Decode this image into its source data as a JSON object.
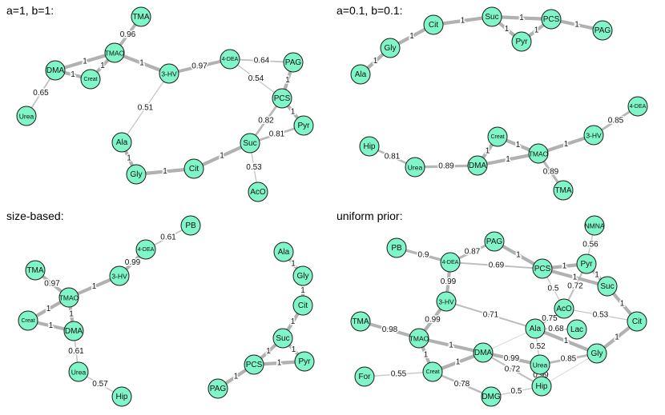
{
  "style": {
    "node_fill": "#7ff5c8",
    "node_stroke": "#1a1a1a",
    "edge_color": "#a8a8a8"
  },
  "panels": [
    {
      "title": "a=1, b=1:",
      "nodes": [
        "TMA",
        "TMAO",
        "DMA",
        "Creat",
        "Urea",
        "3-HV",
        "4-DEA",
        "PAG",
        "PCS",
        "Pyr",
        "Suc",
        "Ala",
        "Gly",
        "Cit",
        "AcO"
      ],
      "edges": [
        {
          "a": "TMA",
          "b": "TMAO",
          "label": "0.96"
        },
        {
          "a": "TMAO",
          "b": "DMA",
          "label": "1"
        },
        {
          "a": "TMAO",
          "b": "Creat",
          "label": "1"
        },
        {
          "a": "DMA",
          "b": "Creat",
          "label": "1"
        },
        {
          "a": "DMA",
          "b": "Urea",
          "label": "0.65"
        },
        {
          "a": "TMAO",
          "b": "3-HV",
          "label": "1"
        },
        {
          "a": "3-HV",
          "b": "4-DEA",
          "label": "0.97"
        },
        {
          "a": "4-DEA",
          "b": "PAG",
          "label": "0.64"
        },
        {
          "a": "4-DEA",
          "b": "PCS",
          "label": "0.54"
        },
        {
          "a": "PAG",
          "b": "PCS",
          "label": "1"
        },
        {
          "a": "PCS",
          "b": "Pyr",
          "label": "1"
        },
        {
          "a": "PCS",
          "b": "Suc",
          "label": "0.82"
        },
        {
          "a": "Suc",
          "b": "Pyr",
          "label": "0.81"
        },
        {
          "a": "3-HV",
          "b": "Ala",
          "label": "0.51"
        },
        {
          "a": "Ala",
          "b": "Gly",
          "label": "1"
        },
        {
          "a": "Gly",
          "b": "Cit",
          "label": "1"
        },
        {
          "a": "Cit",
          "b": "Suc",
          "label": "1"
        },
        {
          "a": "Suc",
          "b": "AcO",
          "label": "0.53"
        }
      ]
    },
    {
      "title": "a=0.1, b=0.1:",
      "nodes": [
        "Ala",
        "Gly",
        "Cit",
        "Suc",
        "Pyr",
        "PCS",
        "PAG",
        "4-DEA",
        "3-HV",
        "Creat",
        "TMAO",
        "DMA",
        "Urea",
        "Hip",
        "TMA"
      ],
      "edges": [
        {
          "a": "Ala",
          "b": "Gly",
          "label": "1"
        },
        {
          "a": "Gly",
          "b": "Cit",
          "label": "1"
        },
        {
          "a": "Cit",
          "b": "Suc",
          "label": "1"
        },
        {
          "a": "Suc",
          "b": "PCS",
          "label": "1"
        },
        {
          "a": "Suc",
          "b": "Pyr",
          "label": "1"
        },
        {
          "a": "Pyr",
          "b": "PCS",
          "label": "1"
        },
        {
          "a": "PCS",
          "b": "PAG",
          "label": "1"
        },
        {
          "a": "4-DEA",
          "b": "3-HV",
          "label": "0.85"
        },
        {
          "a": "3-HV",
          "b": "TMAO",
          "label": "1"
        },
        {
          "a": "Creat",
          "b": "TMAO",
          "label": "1"
        },
        {
          "a": "Creat",
          "b": "DMA",
          "label": "1"
        },
        {
          "a": "DMA",
          "b": "TMAO",
          "label": "1"
        },
        {
          "a": "Urea",
          "b": "DMA",
          "label": "0.89"
        },
        {
          "a": "Hip",
          "b": "Urea",
          "label": "0.81"
        },
        {
          "a": "TMAO",
          "b": "TMA",
          "label": "0.89"
        }
      ]
    },
    {
      "title": "size-based:",
      "nodes": [
        "PB",
        "4-DEA",
        "3-HV",
        "TMA",
        "TMAO",
        "Creat",
        "DMA",
        "Urea",
        "Hip",
        "Ala",
        "Gly",
        "Cit",
        "Suc",
        "PCS",
        "Pyr",
        "PAG"
      ],
      "edges": [
        {
          "a": "PB",
          "b": "4-DEA",
          "label": "0.61"
        },
        {
          "a": "4-DEA",
          "b": "3-HV",
          "label": "0.99"
        },
        {
          "a": "3-HV",
          "b": "TMAO",
          "label": "1"
        },
        {
          "a": "TMA",
          "b": "TMAO",
          "label": "0.97"
        },
        {
          "a": "TMAO",
          "b": "Creat",
          "label": "1"
        },
        {
          "a": "TMAO",
          "b": "DMA",
          "label": "1"
        },
        {
          "a": "Creat",
          "b": "DMA",
          "label": "1"
        },
        {
          "a": "DMA",
          "b": "Urea",
          "label": "0.61"
        },
        {
          "a": "Urea",
          "b": "Hip",
          "label": "0.57"
        },
        {
          "a": "Ala",
          "b": "Gly",
          "label": "1"
        },
        {
          "a": "Gly",
          "b": "Cit",
          "label": "1"
        },
        {
          "a": "Cit",
          "b": "Suc",
          "label": "1"
        },
        {
          "a": "Suc",
          "b": "PCS",
          "label": "1"
        },
        {
          "a": "Suc",
          "b": "Pyr",
          "label": "1"
        },
        {
          "a": "PCS",
          "b": "Pyr",
          "label": "1"
        },
        {
          "a": "PCS",
          "b": "PAG",
          "label": "1"
        }
      ]
    },
    {
      "title": "uniform prior:",
      "nodes": [
        "NMNA",
        "PB",
        "4-DEA",
        "PAG",
        "PCS",
        "Pyr",
        "Suc",
        "3-HV",
        "AcO",
        "Lac",
        "Ala",
        "Cit",
        "TMA",
        "TMAO",
        "DMA",
        "Gly",
        "Urea",
        "Creat",
        "Hip",
        "For",
        "DMG"
      ],
      "edges": [
        {
          "a": "PB",
          "b": "4-DEA",
          "label": "0.9"
        },
        {
          "a": "4-DEA",
          "b": "PAG",
          "label": "0.87"
        },
        {
          "a": "4-DEA",
          "b": "PCS",
          "label": "0.69"
        },
        {
          "a": "4-DEA",
          "b": "3-HV",
          "label": "0.99"
        },
        {
          "a": "PAG",
          "b": "PCS",
          "label": "1"
        },
        {
          "a": "PCS",
          "b": "Pyr",
          "label": "1"
        },
        {
          "a": "PCS",
          "b": "Suc",
          "label": "1"
        },
        {
          "a": "NMNA",
          "b": "Pyr",
          "label": "0.56"
        },
        {
          "a": "Pyr",
          "b": "Suc",
          "label": "1"
        },
        {
          "a": "Suc",
          "b": "Cit",
          "label": "1"
        },
        {
          "a": "Cit",
          "b": "Gly",
          "label": "1"
        },
        {
          "a": "Cit",
          "b": "AcO",
          "label": "0.53"
        },
        {
          "a": "3-HV",
          "b": "TMAO",
          "label": "0.99"
        },
        {
          "a": "3-HV",
          "b": "Ala",
          "label": "0.71"
        },
        {
          "a": "Pyr",
          "b": "AcO",
          "label": "0.72"
        },
        {
          "a": "PCS",
          "b": "AcO",
          "label": "0.5"
        },
        {
          "a": "AcO",
          "b": "Ala",
          "label": "0.75"
        },
        {
          "a": "Ala",
          "b": "Lac",
          "label": "0.68"
        },
        {
          "a": "Ala",
          "b": "Gly",
          "label": "1"
        },
        {
          "a": "TMA",
          "b": "TMAO",
          "label": "0.98"
        },
        {
          "a": "TMAO",
          "b": "DMA",
          "label": "1"
        },
        {
          "a": "TMAO",
          "b": "Creat",
          "label": "1"
        },
        {
          "a": "Creat",
          "b": "DMA",
          "label": "1"
        },
        {
          "a": "DMA",
          "b": "Urea",
          "label": "0.99"
        },
        {
          "a": "DMA",
          "b": "Hip",
          "label": "0.72"
        },
        {
          "a": "Ala",
          "b": "Urea",
          "label": "0.52"
        },
        {
          "a": "Urea",
          "b": "Gly",
          "label": "0.85"
        },
        {
          "a": "Urea",
          "b": "Hip",
          "label": "0.99"
        },
        {
          "a": "Hip",
          "b": "DMG",
          "label": "0.5"
        },
        {
          "a": "For",
          "b": "Creat",
          "label": "0.55"
        },
        {
          "a": "Creat",
          "b": "DMG",
          "label": "0.78"
        },
        {
          "a": "Hip",
          "b": "Gly",
          "label": ""
        },
        {
          "a": "DMA",
          "b": "Ala",
          "label": ""
        }
      ]
    }
  ]
}
